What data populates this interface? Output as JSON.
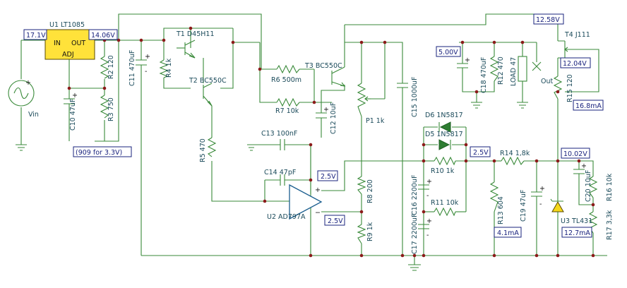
{
  "colors": {
    "wire": "#3a8a3a",
    "node": "#8b1a1a",
    "label": "#1a4a5a",
    "meter": "#1a237e",
    "ic_fill": "#ffe23a",
    "diode_fill": "#2e7d32",
    "ref_fill": "#f6d81a"
  },
  "meters": {
    "vin": "17.1V",
    "vreg": "14.06V",
    "vmid": "12.58V",
    "v5": "5.00V",
    "v1204": "12.04V",
    "i168": "16.8mA",
    "v25a": "2.5V",
    "v25b": "2.5V",
    "v25c": "2.5V",
    "v1002": "10.02V",
    "i41": "4.1mA",
    "i127": "12.7mA",
    "note": "(909 for 3.3V)"
  },
  "regulator": {
    "name": "U1 LT1085",
    "pin_in": "IN",
    "pin_out": "OUT",
    "pin_adj": "ADJ"
  },
  "labels": {
    "vin": "Vin",
    "c10": "C10 47uF",
    "r2": "R2 120",
    "r3": "R3 750",
    "c11": "C11 470uF",
    "r4": "R4 1k",
    "t1": "T1 D45H11",
    "t2": "T2 BC550C",
    "r5": "R5 470",
    "t3": "T3 BC550C",
    "r6": "R6 500m",
    "r7": "R7 10k",
    "c12": "C12 10uF",
    "c13": "C13 100nF",
    "c14": "C14 47pF",
    "u2": "U2 AD797A",
    "r8": "R8 200",
    "r9": "R9 1k",
    "p1": "P1 1k",
    "c15": "C15 1000uF",
    "d6": "D6 1N5817",
    "d5": "D5 1N5817",
    "c16": "C16 2200uF",
    "c17": "C17 2200uF",
    "r10": "R10 1k",
    "r11": "R11 10k",
    "r13": "R13 604",
    "c19": "C19 47uF",
    "r14": "R14 1,8k",
    "c18": "C18 470uF",
    "r12": "R12 470",
    "load": "LOAD 47",
    "out": "Out",
    "t4": "T4 J111",
    "r15": "R15 120",
    "c20": "C20 10uF",
    "r16": "R16 10k",
    "r17": "R17 3,3k",
    "u3": "U3 TL431"
  },
  "opamp": {
    "plus": "+",
    "minus": "−"
  }
}
